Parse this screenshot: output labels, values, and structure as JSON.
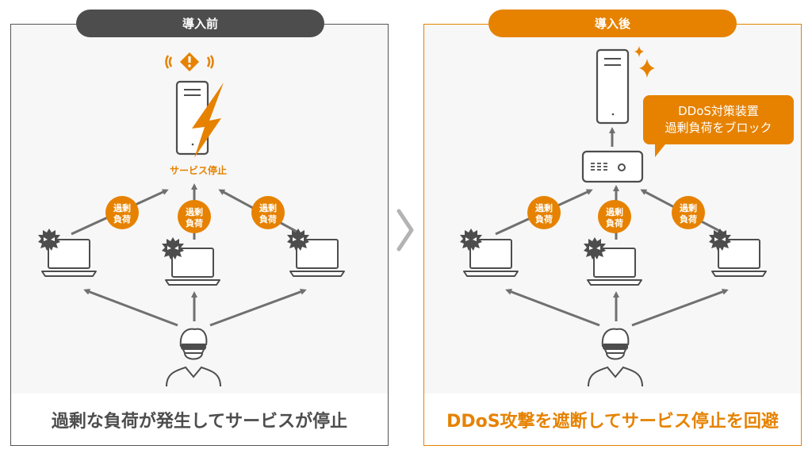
{
  "before": {
    "header": "導入前",
    "status_label": "サービス停止",
    "load_badge": [
      "過剰",
      "負荷"
    ],
    "caption": "過剰な負荷が発生してサービスが停止"
  },
  "after": {
    "header": "導入後",
    "callout": {
      "line1": "DDoS対策装置",
      "line2": "過剰負荷をブロック"
    },
    "load_badge": [
      "過剰",
      "負荷"
    ],
    "caption": "DDoS攻撃を遮断してサービス停止を回避"
  },
  "colors": {
    "accent": "#e68200",
    "dark": "#4d4d4d",
    "arrow": "#707070",
    "panel_bg": "#f7f7f7"
  },
  "icons": [
    "warning-signal-icon",
    "server-icon",
    "lightning-icon",
    "sparkle-icon",
    "ddos-appliance-icon",
    "virus-icon",
    "laptop-icon",
    "hacker-icon",
    "chevron-right-icon"
  ]
}
